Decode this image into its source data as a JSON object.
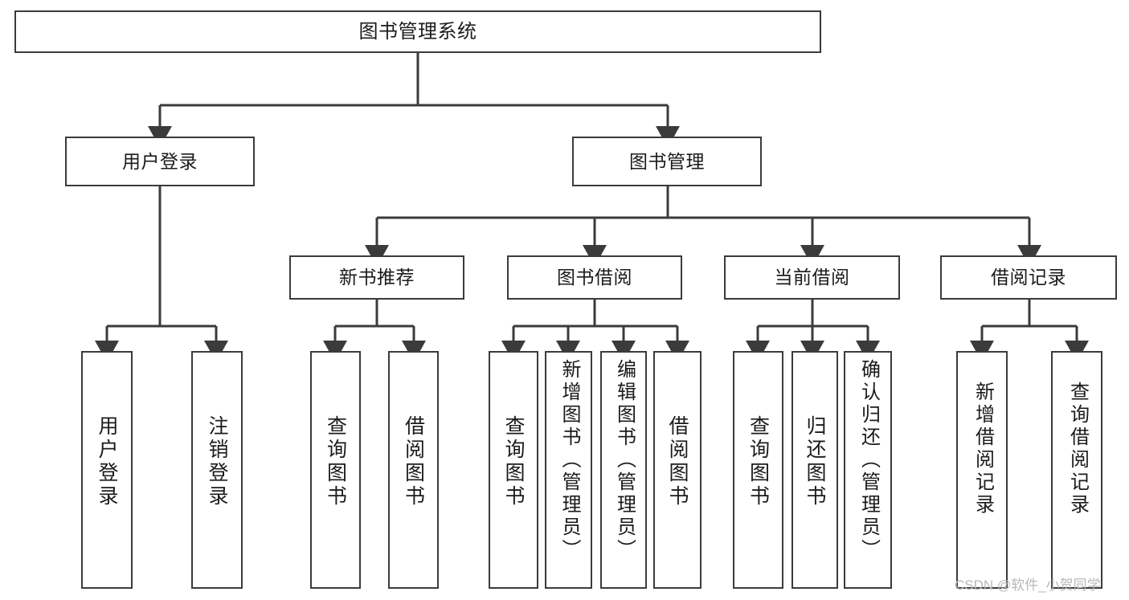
{
  "diagram": {
    "title": "图书管理系统",
    "type": "tree-hierarchy-chart",
    "root": {
      "id": "root",
      "label": "图书管理系统"
    },
    "level2": [
      {
        "id": "user-login",
        "label": "用户登录"
      },
      {
        "id": "book-manage",
        "label": "图书管理"
      }
    ],
    "level3": [
      {
        "id": "new-book-rec",
        "label": "新书推荐"
      },
      {
        "id": "book-borrow",
        "label": "图书借阅"
      },
      {
        "id": "current-borrow",
        "label": "当前借阅"
      },
      {
        "id": "borrow-record",
        "label": "借阅记录"
      }
    ],
    "leaves": {
      "user_login": [
        {
          "id": "leaf-user-login",
          "label": "用户登录"
        },
        {
          "id": "leaf-logout-login",
          "label": "注销登录"
        }
      ],
      "new_book_rec": [
        {
          "id": "leaf-query-book-1",
          "label": "查询图书"
        },
        {
          "id": "leaf-borrow-book-1",
          "label": "借阅图书"
        }
      ],
      "book_borrow": [
        {
          "id": "leaf-query-book-2",
          "label": "查询图书"
        },
        {
          "id": "leaf-add-book",
          "label": "新增图书（管理员）"
        },
        {
          "id": "leaf-edit-book",
          "label": "编辑图书（管理员）"
        },
        {
          "id": "leaf-borrow-book-2",
          "label": "借阅图书"
        }
      ],
      "current_borrow": [
        {
          "id": "leaf-query-book-3",
          "label": "查询图书"
        },
        {
          "id": "leaf-return-book",
          "label": "归还图书"
        },
        {
          "id": "leaf-confirm-return",
          "label": "确认归还（管理员）"
        }
      ],
      "borrow_record": [
        {
          "id": "leaf-add-record",
          "label": "新增借阅记录"
        },
        {
          "id": "leaf-query-record",
          "label": "查询借阅记录"
        }
      ]
    }
  },
  "watermark": {
    "text": "CSDN @软件_小贺同学"
  },
  "colors": {
    "stroke": "#3b3b3b",
    "box_fill": "#ffffff",
    "text": "#1b1b1b",
    "watermark": "#b8b8b8",
    "background": "#ffffff"
  }
}
